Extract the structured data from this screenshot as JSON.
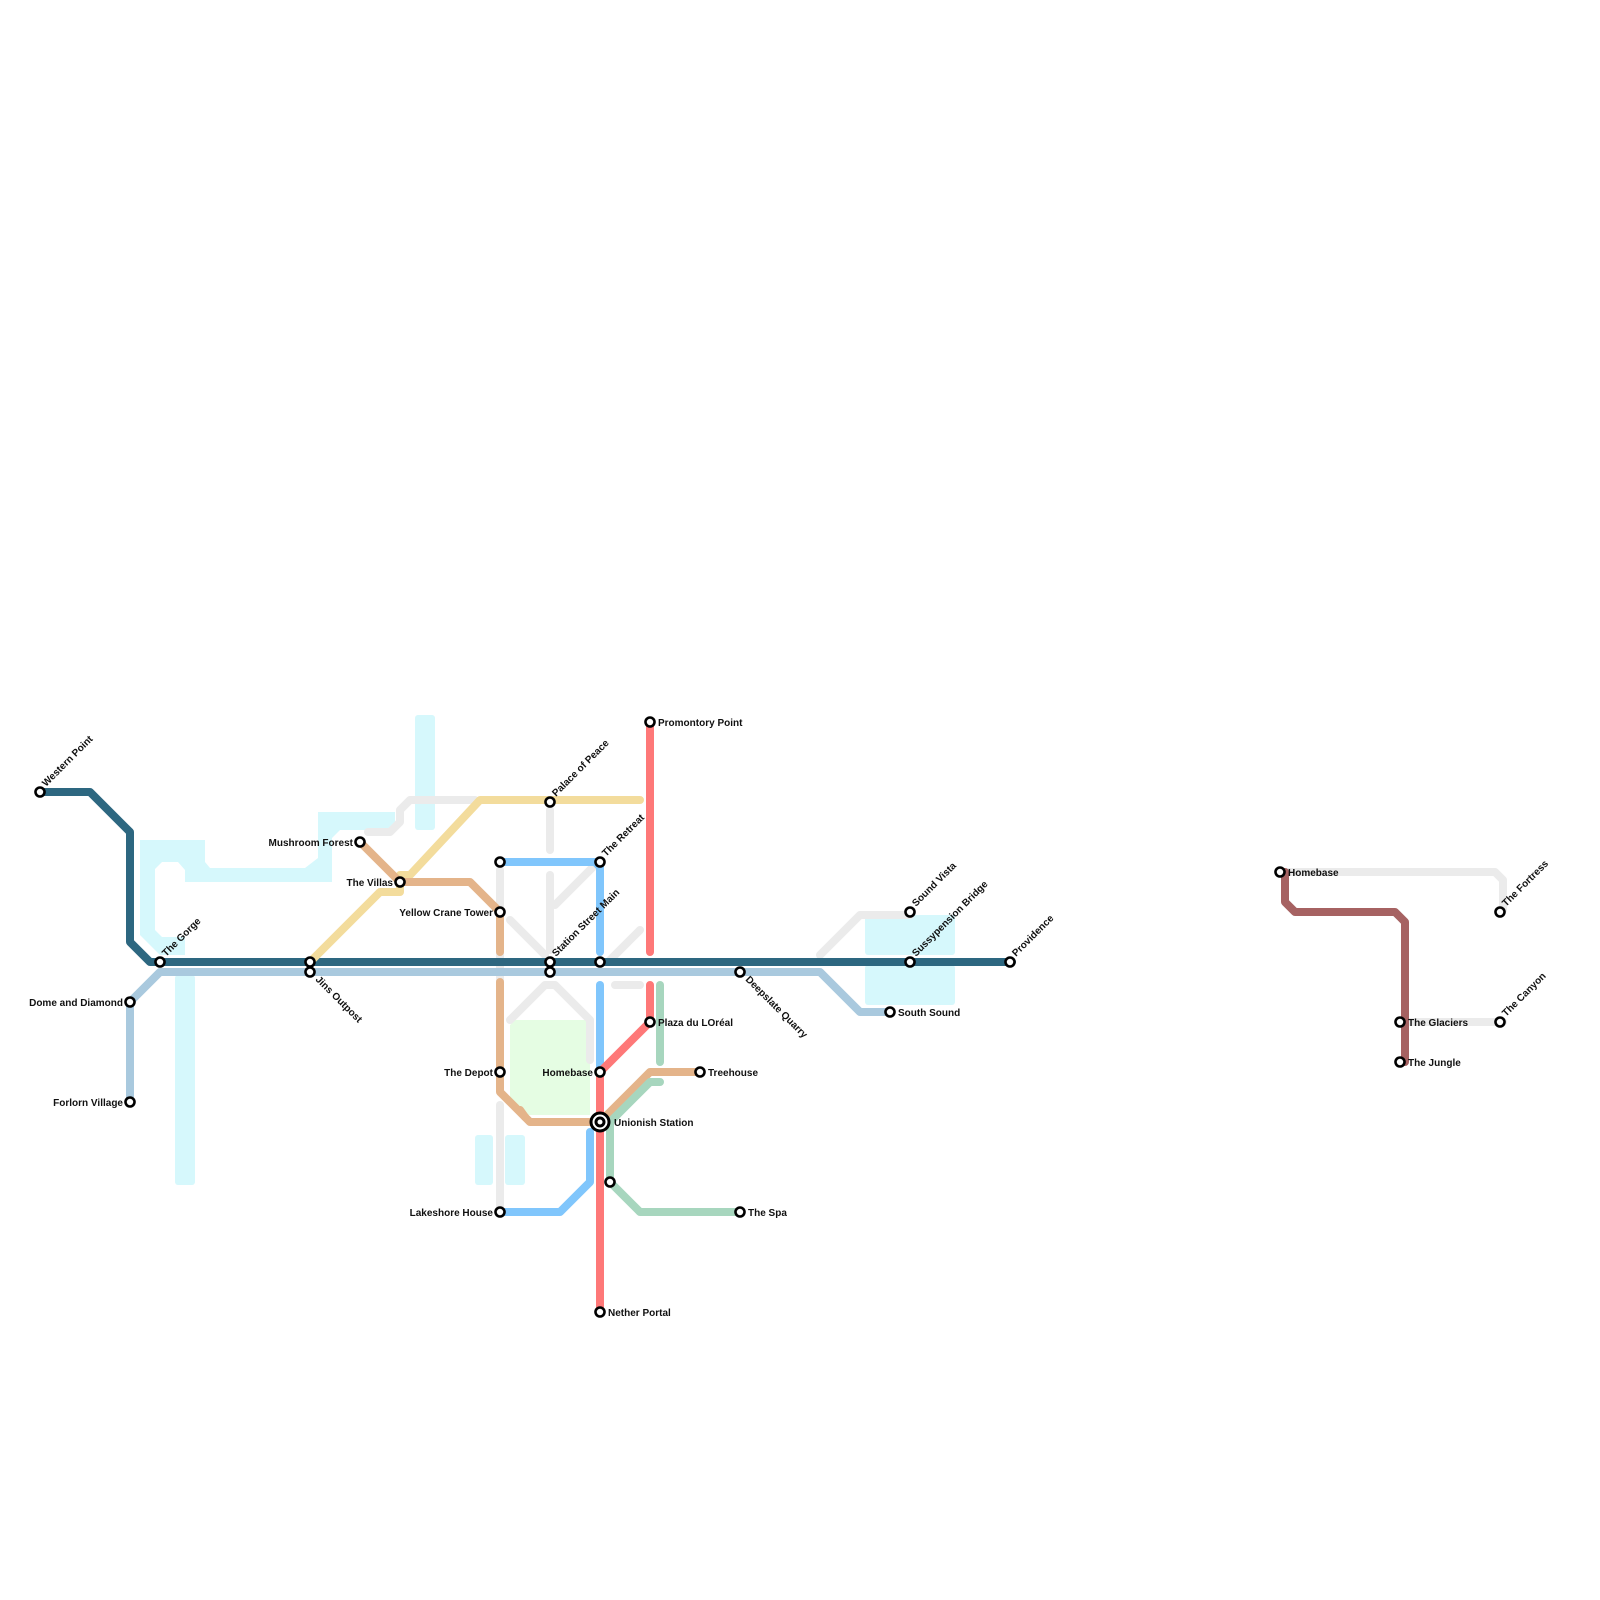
{
  "map": {
    "title": "Transit network map",
    "colors": {
      "background": "#ffffff",
      "water": "#d6f8fc",
      "park": "#e5fde3",
      "label": "#111111",
      "stop_stroke": "#000000",
      "stop_fill": "#ffffff"
    },
    "lines": [
      {
        "id": "dark-teal",
        "color": "#2d6780"
      },
      {
        "id": "light-steel",
        "color": "#a9c9de"
      },
      {
        "id": "sand",
        "color": "#f3dc9c"
      },
      {
        "id": "tan",
        "color": "#e4b48a"
      },
      {
        "id": "sky-blue",
        "color": "#80c6fc"
      },
      {
        "id": "coral-red",
        "color": "#fe7878"
      },
      {
        "id": "mint",
        "color": "#a7d6be"
      },
      {
        "id": "maroon",
        "color": "#a66262"
      },
      {
        "id": "light-grey",
        "color": "#ebebeb"
      }
    ],
    "stations": [
      {
        "name": "Western Point",
        "label_style": "diagonal-up"
      },
      {
        "name": "The Gorge",
        "label_style": "diagonal-up"
      },
      {
        "name": "Dome and Diamond",
        "label_style": "left"
      },
      {
        "name": "Forlorn Village",
        "label_style": "left"
      },
      {
        "name": "Jins Outpost",
        "label_style": "diagonal-down"
      },
      {
        "name": "Mushroom Forest",
        "label_style": "left"
      },
      {
        "name": "The Villas",
        "label_style": "left"
      },
      {
        "name": "Yellow Crane Tower",
        "label_style": "left"
      },
      {
        "name": "Palace of Peace",
        "label_style": "diagonal-up"
      },
      {
        "name": "The Retreat",
        "label_style": "diagonal-up"
      },
      {
        "name": "Station Street Main",
        "label_style": "diagonal-up"
      },
      {
        "name": "Promontory Point",
        "label_style": "right"
      },
      {
        "name": "Plaza du LOréal",
        "label_style": "right"
      },
      {
        "name": "The Depot",
        "label_style": "left"
      },
      {
        "name": "Homebase",
        "label_style": "left"
      },
      {
        "name": "Treehouse",
        "label_style": "right"
      },
      {
        "name": "Unionish Station",
        "label_style": "right"
      },
      {
        "name": "Lakeshore House",
        "label_style": "left"
      },
      {
        "name": "The Spa",
        "label_style": "right"
      },
      {
        "name": "Nether Portal",
        "label_style": "right"
      },
      {
        "name": "Deepslate Quarry",
        "label_style": "diagonal-down"
      },
      {
        "name": "Sound Vista",
        "label_style": "diagonal-up"
      },
      {
        "name": "Sussypension Bridge",
        "label_style": "diagonal-up"
      },
      {
        "name": "South Sound",
        "label_style": "right"
      },
      {
        "name": "Providence",
        "label_style": "diagonal-up"
      },
      {
        "name": "Homebase",
        "label_style": "right"
      },
      {
        "name": "The Fortress",
        "label_style": "diagonal-up"
      },
      {
        "name": "The Glaciers",
        "label_style": "right"
      },
      {
        "name": "The Canyon",
        "label_style": "diagonal-up"
      },
      {
        "name": "The Jungle",
        "label_style": "right"
      }
    ]
  }
}
